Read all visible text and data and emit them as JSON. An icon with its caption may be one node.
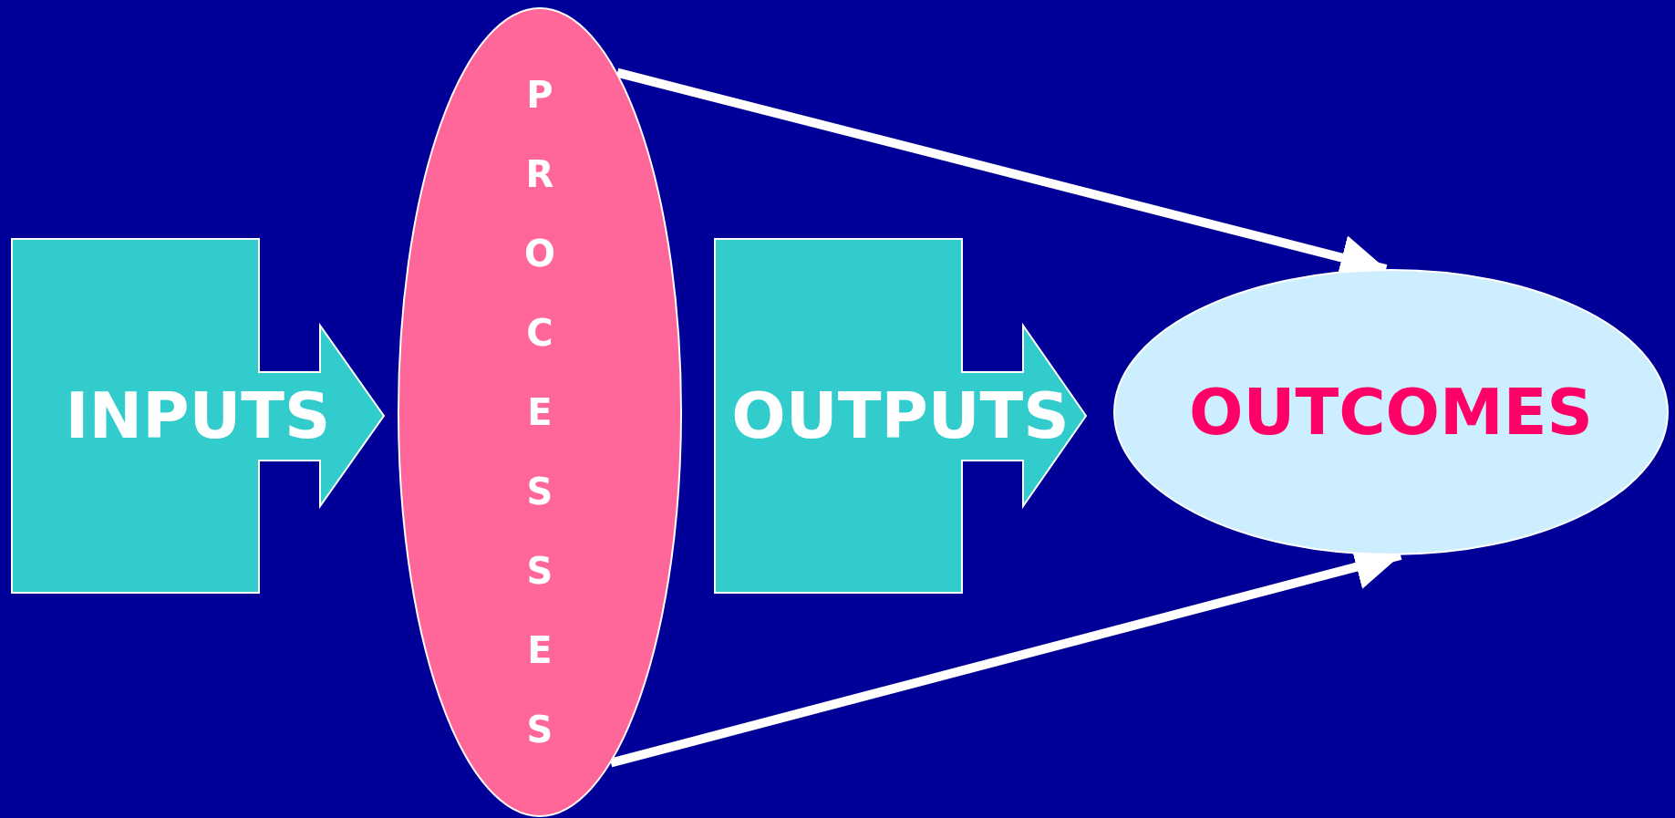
{
  "diagram": {
    "nodes": [
      {
        "text": [
          "INPUTS"
        ]
      },
      {
        "text": [
          "PROCESSES"
        ]
      },
      {
        "text": [
          "OUTPUTS"
        ]
      },
      {
        "text": [
          "OUTCOMES"
        ]
      }
    ],
    "edges": [
      {
        "from": 1,
        "to": 3,
        "arrow": "to"
      },
      {
        "from": 1,
        "to": 3,
        "arrow": "to"
      }
    ]
  }
}
